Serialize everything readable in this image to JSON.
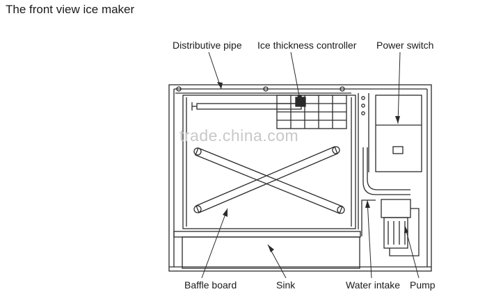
{
  "title": "The front view ice maker",
  "labels": {
    "distributive_pipe": "Distributive pipe",
    "ice_thickness_controller": "Ice thickness controller",
    "power_switch": "Power switch",
    "baffle_board": "Baffle board",
    "sink": "Sink",
    "water_intake": "Water intake",
    "pump": "Pump"
  },
  "watermark": "trade.china.com"
}
